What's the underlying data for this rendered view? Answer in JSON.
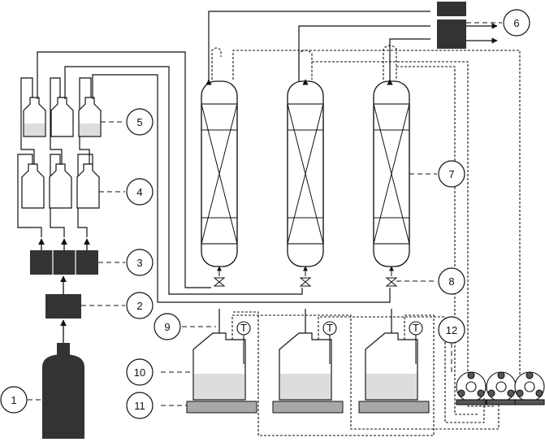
{
  "colors": {
    "line": "#111111",
    "device": "#333333",
    "cylinder": "#333333",
    "liquid": "#dddddd",
    "plate": "#a8a8a8",
    "paper": "#ffffff"
  },
  "callouts": [
    {
      "id": "c1",
      "label": "1"
    },
    {
      "id": "c2",
      "label": "2"
    },
    {
      "id": "c3",
      "label": "3"
    },
    {
      "id": "c4",
      "label": "4"
    },
    {
      "id": "c5",
      "label": "5"
    },
    {
      "id": "c6",
      "label": "6"
    },
    {
      "id": "c7",
      "label": "7"
    },
    {
      "id": "c8",
      "label": "8"
    },
    {
      "id": "c9",
      "label": "9"
    },
    {
      "id": "c10",
      "label": "10"
    },
    {
      "id": "c11",
      "label": "11"
    },
    {
      "id": "c12",
      "label": "12"
    }
  ],
  "thermometer_symbol": "T"
}
